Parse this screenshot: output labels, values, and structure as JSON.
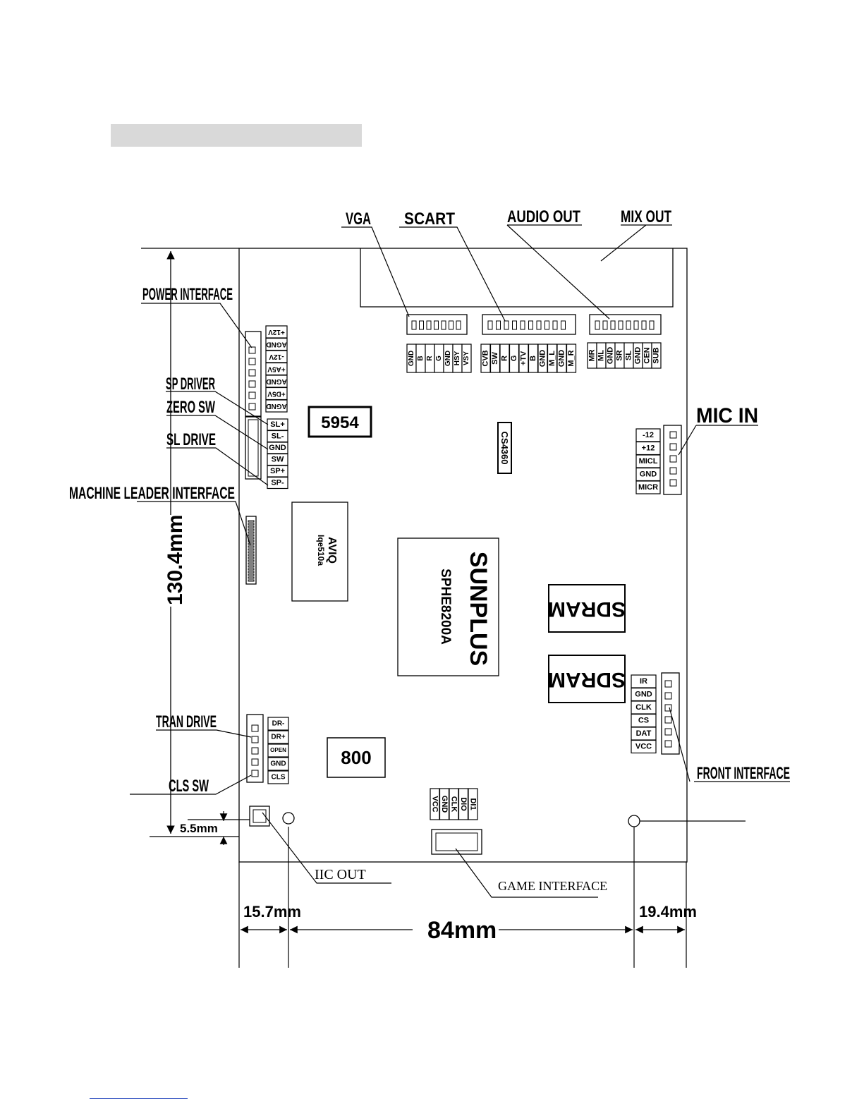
{
  "page": {
    "heading": ""
  },
  "callouts": {
    "vga": "VGA",
    "scart": "SCART",
    "audio_out": "AUDIO OUT",
    "mix_out": "MIX OUT",
    "power_interface": "POWER INTERFACE",
    "sp_driver": "SP DRIVER",
    "zero_sw": "ZERO SW",
    "sl_drive": "SL DRIVE",
    "machine_leader_interface": "MACHINE LEADER INTERFACE",
    "mic_in": "MIC IN",
    "tran_drive": "TRAN DRIVE",
    "cls_sw": "CLS SW",
    "front_interface": "FRONT INTERFACE",
    "iic_out": "IIC OUT",
    "game_interface": "GAME INTERFACE"
  },
  "dimensions": {
    "height": "130.4mm",
    "left_offset": "15.7mm",
    "center_width": "84mm",
    "right_offset": "19.4mm",
    "bottom_offset": "5.5mm"
  },
  "chips": {
    "c5954": "5954",
    "c800": "800",
    "cs4360": "CS4360",
    "aviq_line1": "AVIQ",
    "aviq_line2": "Iqe510a",
    "sunplus_line1": "SUNPLUS",
    "sunplus_line2": "SPHE8200A",
    "sdram1": "SDRAM",
    "sdram2": "SDRAM"
  },
  "pins": {
    "power": [
      "+12V",
      "AGND",
      "-12V",
      "+A5V",
      "AGND",
      "+D5V",
      "AGND"
    ],
    "sled": [
      "SL+",
      "SL-",
      "GND",
      "SW",
      "SP+",
      "SP-"
    ],
    "tray": [
      "DR-",
      "DR+",
      "OPEN",
      "GND",
      "CLS"
    ],
    "mic": [
      "-12",
      "+12",
      "MICL",
      "GND",
      "MICR"
    ],
    "front": [
      "IR",
      "GND",
      "CLK",
      "CS",
      "DAT",
      "VCC"
    ],
    "vga": [
      "GND",
      "B",
      "R",
      "G",
      "GND",
      "HSY",
      "VSY"
    ],
    "scart": [
      "CVB",
      "SW",
      "R",
      "G",
      "+TV",
      "B",
      "GND",
      "M_L",
      "GND",
      "M_R"
    ],
    "audio": [
      "MR",
      "ML",
      "GND",
      "SR",
      "SL",
      "GND",
      "CEN",
      "SUB"
    ],
    "game": [
      "VCC",
      "GND",
      "CLK",
      "DIO",
      "DI1"
    ]
  }
}
